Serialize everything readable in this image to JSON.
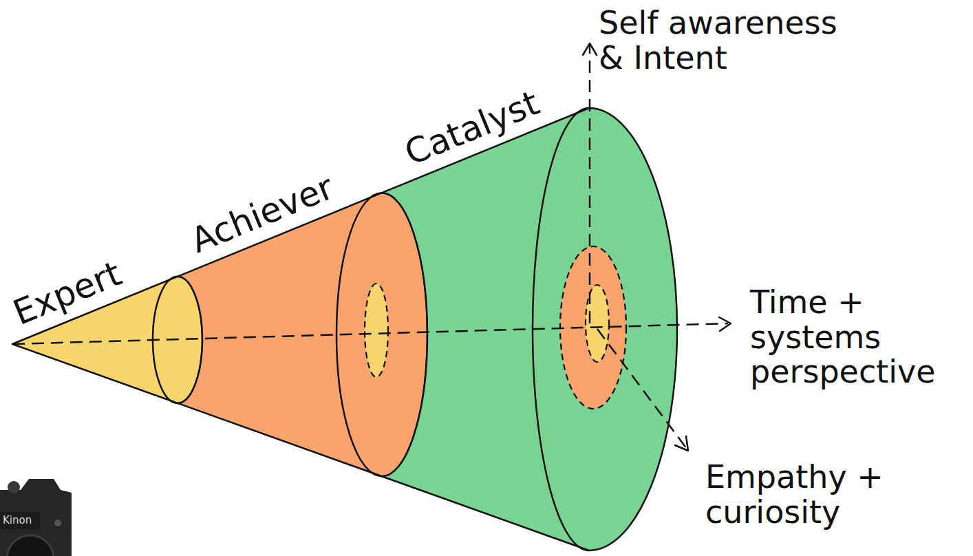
{
  "diagram": {
    "nodes": [
      {
        "text": [
          "Expert"
        ]
      },
      {
        "text": [
          "Achiever"
        ]
      },
      {
        "text": [
          "Catalyst"
        ]
      }
    ],
    "labels": [
      "Self awareness & Intent",
      "Time + systems perspective",
      "Empathy + curiosity",
      "Kinon"
    ]
  }
}
